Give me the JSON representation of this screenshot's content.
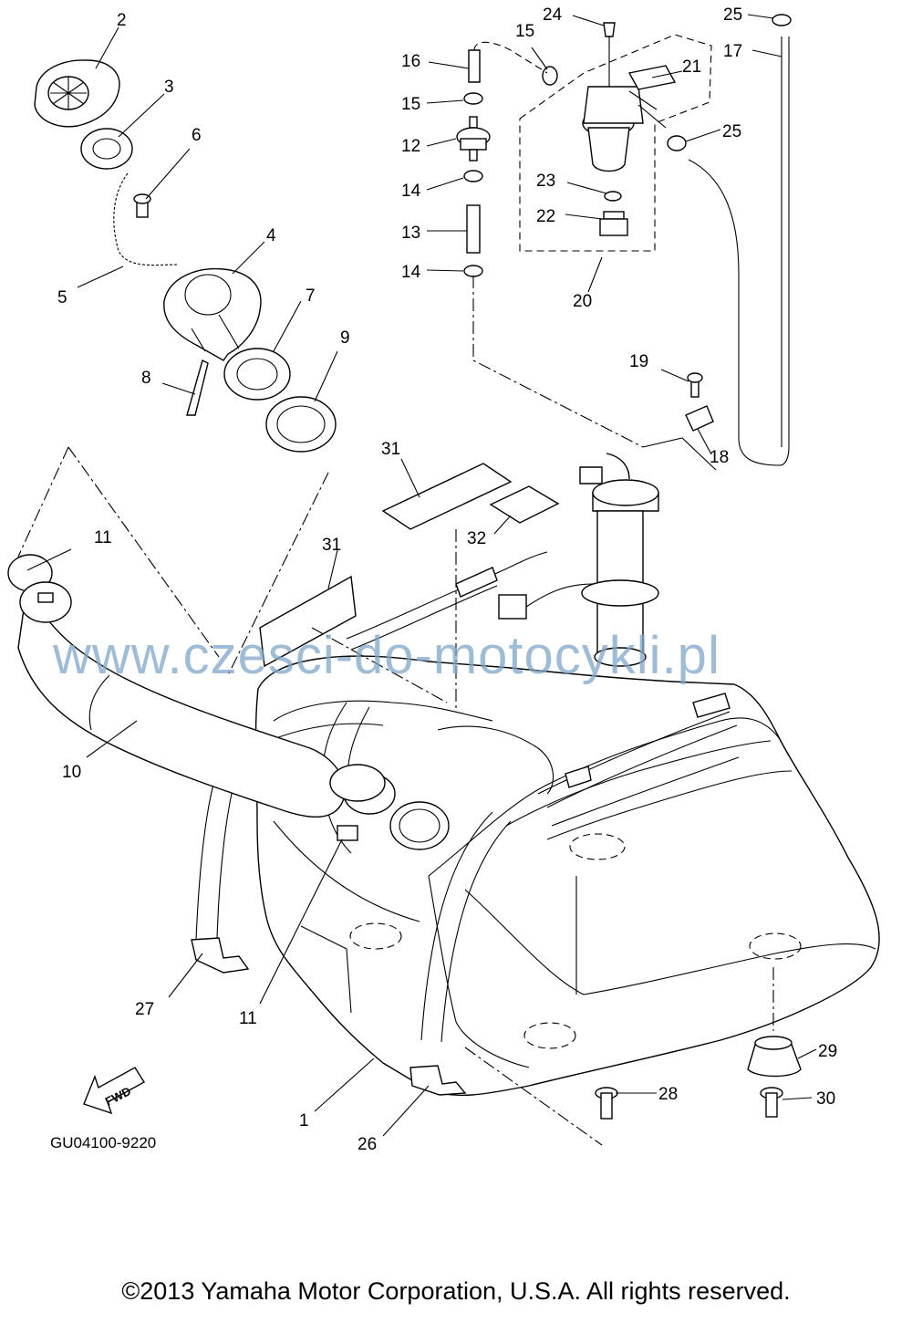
{
  "diagram_code": "GU04100-9220",
  "fwd_label": "FWD",
  "watermark": "www.czesci-do-motocykli.pl",
  "copyright": "©2013 Yamaha Motor Corporation, U.S.A. All rights reserved.",
  "callouts": [
    {
      "id": "c1",
      "label": "1"
    },
    {
      "id": "c2",
      "label": "2"
    },
    {
      "id": "c3",
      "label": "3"
    },
    {
      "id": "c4",
      "label": "4"
    },
    {
      "id": "c5",
      "label": "5"
    },
    {
      "id": "c6",
      "label": "6"
    },
    {
      "id": "c7",
      "label": "7"
    },
    {
      "id": "c8",
      "label": "8"
    },
    {
      "id": "c9",
      "label": "9"
    },
    {
      "id": "c10",
      "label": "10"
    },
    {
      "id": "c11a",
      "label": "11"
    },
    {
      "id": "c11b",
      "label": "11"
    },
    {
      "id": "c12",
      "label": "12"
    },
    {
      "id": "c13",
      "label": "13"
    },
    {
      "id": "c14a",
      "label": "14"
    },
    {
      "id": "c14b",
      "label": "14"
    },
    {
      "id": "c15a",
      "label": "15"
    },
    {
      "id": "c15b",
      "label": "15"
    },
    {
      "id": "c16",
      "label": "16"
    },
    {
      "id": "c17",
      "label": "17"
    },
    {
      "id": "c18",
      "label": "18"
    },
    {
      "id": "c19",
      "label": "19"
    },
    {
      "id": "c20",
      "label": "20"
    },
    {
      "id": "c21",
      "label": "21"
    },
    {
      "id": "c22",
      "label": "22"
    },
    {
      "id": "c23",
      "label": "23"
    },
    {
      "id": "c24",
      "label": "24"
    },
    {
      "id": "c25a",
      "label": "25"
    },
    {
      "id": "c25b",
      "label": "25"
    },
    {
      "id": "c26",
      "label": "26"
    },
    {
      "id": "c27",
      "label": "27"
    },
    {
      "id": "c28",
      "label": "28"
    },
    {
      "id": "c29",
      "label": "29"
    },
    {
      "id": "c30",
      "label": "30"
    },
    {
      "id": "c31a",
      "label": "31"
    },
    {
      "id": "c31b",
      "label": "31"
    },
    {
      "id": "c32",
      "label": "32"
    }
  ]
}
